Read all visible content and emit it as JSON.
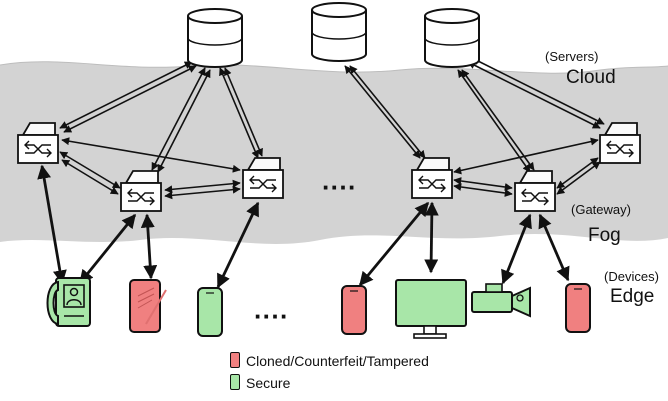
{
  "layers": {
    "cloud": {
      "label": "Cloud",
      "sublabel": "(Servers)"
    },
    "fog": {
      "label": "Fog",
      "sublabel": "(Gateway)"
    },
    "edge": {
      "label": "Edge",
      "sublabel": "(Devices)"
    }
  },
  "ellipsis": "····",
  "legend": [
    {
      "label": "Cloned/Counterfeit/Tampered",
      "color": "#f08080"
    },
    {
      "label": "Secure",
      "color": "#a8e6a8"
    }
  ],
  "colors": {
    "band": "#d3d3d3",
    "cloned": "#f08080",
    "secure": "#a8e6a8",
    "node_fill": "#ffffff",
    "stroke": "#111111"
  },
  "icons": {
    "server": "database-cylinder-icon",
    "gateway": "gateway-router-icon",
    "devices": [
      "desk-phone-icon",
      "tablet-pen-icon",
      "smartphone-icon",
      "smartphone-icon",
      "monitor-icon",
      "video-camera-icon",
      "smartphone-icon"
    ]
  }
}
